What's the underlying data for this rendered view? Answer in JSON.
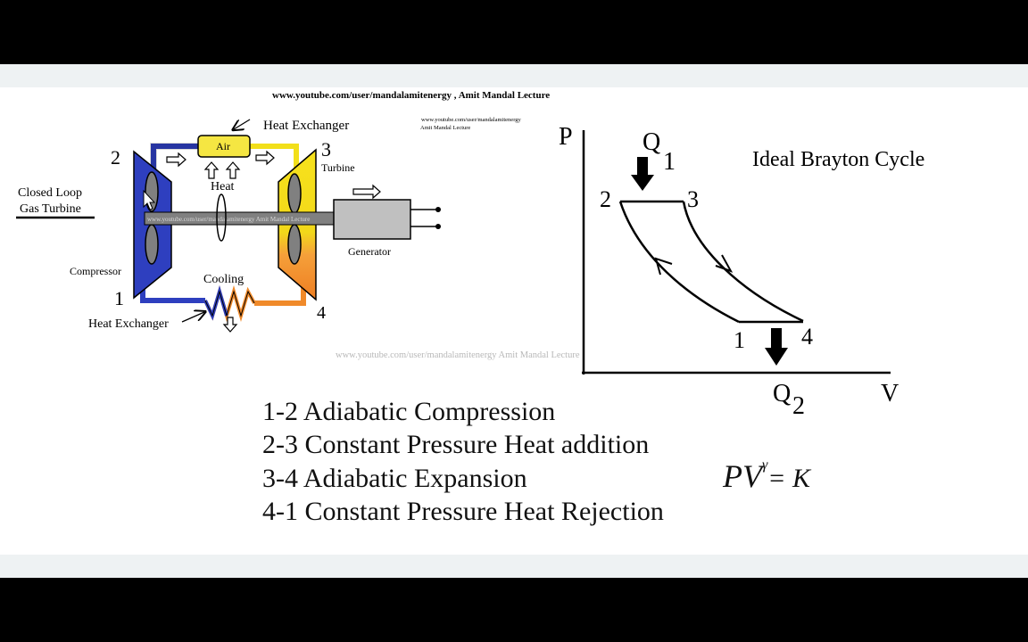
{
  "watermark_top": "www.youtube.com/user/mandalamitenergy , Amit Mandal Lecture",
  "watermark_small_1": "www.youtube.com/user/mandalamitenergy",
  "watermark_small_2": "Amit Mandal Lecture",
  "watermark_bottom": "www.youtube.com/user/mandalamitenergy Amit Mandal Lecture",
  "watermark_shaft": "www.youtube.com/user/mandalamitenergy Amit Mandal Lecture",
  "schematic": {
    "title_line1": "Closed Loop",
    "title_line2": "Gas Turbine",
    "heat_exchanger_top": "Heat Exchanger",
    "heat_exchanger_bottom": "Heat Exchanger",
    "air": "Air",
    "heat": "Heat",
    "cooling": "Cooling",
    "turbine": "Turbine",
    "compressor": "Compressor",
    "generator": "Generator",
    "point_1": "1",
    "point_2": "2",
    "point_3": "3",
    "point_4": "4"
  },
  "pv_diagram": {
    "title": "Ideal Brayton Cycle",
    "axis_p": "P",
    "axis_v": "V",
    "q1_base": "Q",
    "q1_sub": "1",
    "q2_base": "Q",
    "q2_sub": "2",
    "point_1": "1",
    "point_2": "2",
    "point_3": "3",
    "point_4": "4"
  },
  "processes": [
    "1-2 Adiabatic Compression",
    "2-3 Constant Pressure  Heat addition",
    "3-4 Adiabatic Expansion",
    "4-1 Constant Pressure Heat Rejection"
  ],
  "formula": {
    "base": "PV",
    "exponent": "γ",
    "rhs": "= K"
  },
  "colors": {
    "compressor_blue": "#2e3fbf",
    "turbine_yellow": "#f2df1a",
    "turbine_orange": "#f08a2a",
    "air_box": "#f5e642",
    "shaft_gray": "#808080",
    "generator_gray": "#c0c0c0"
  }
}
